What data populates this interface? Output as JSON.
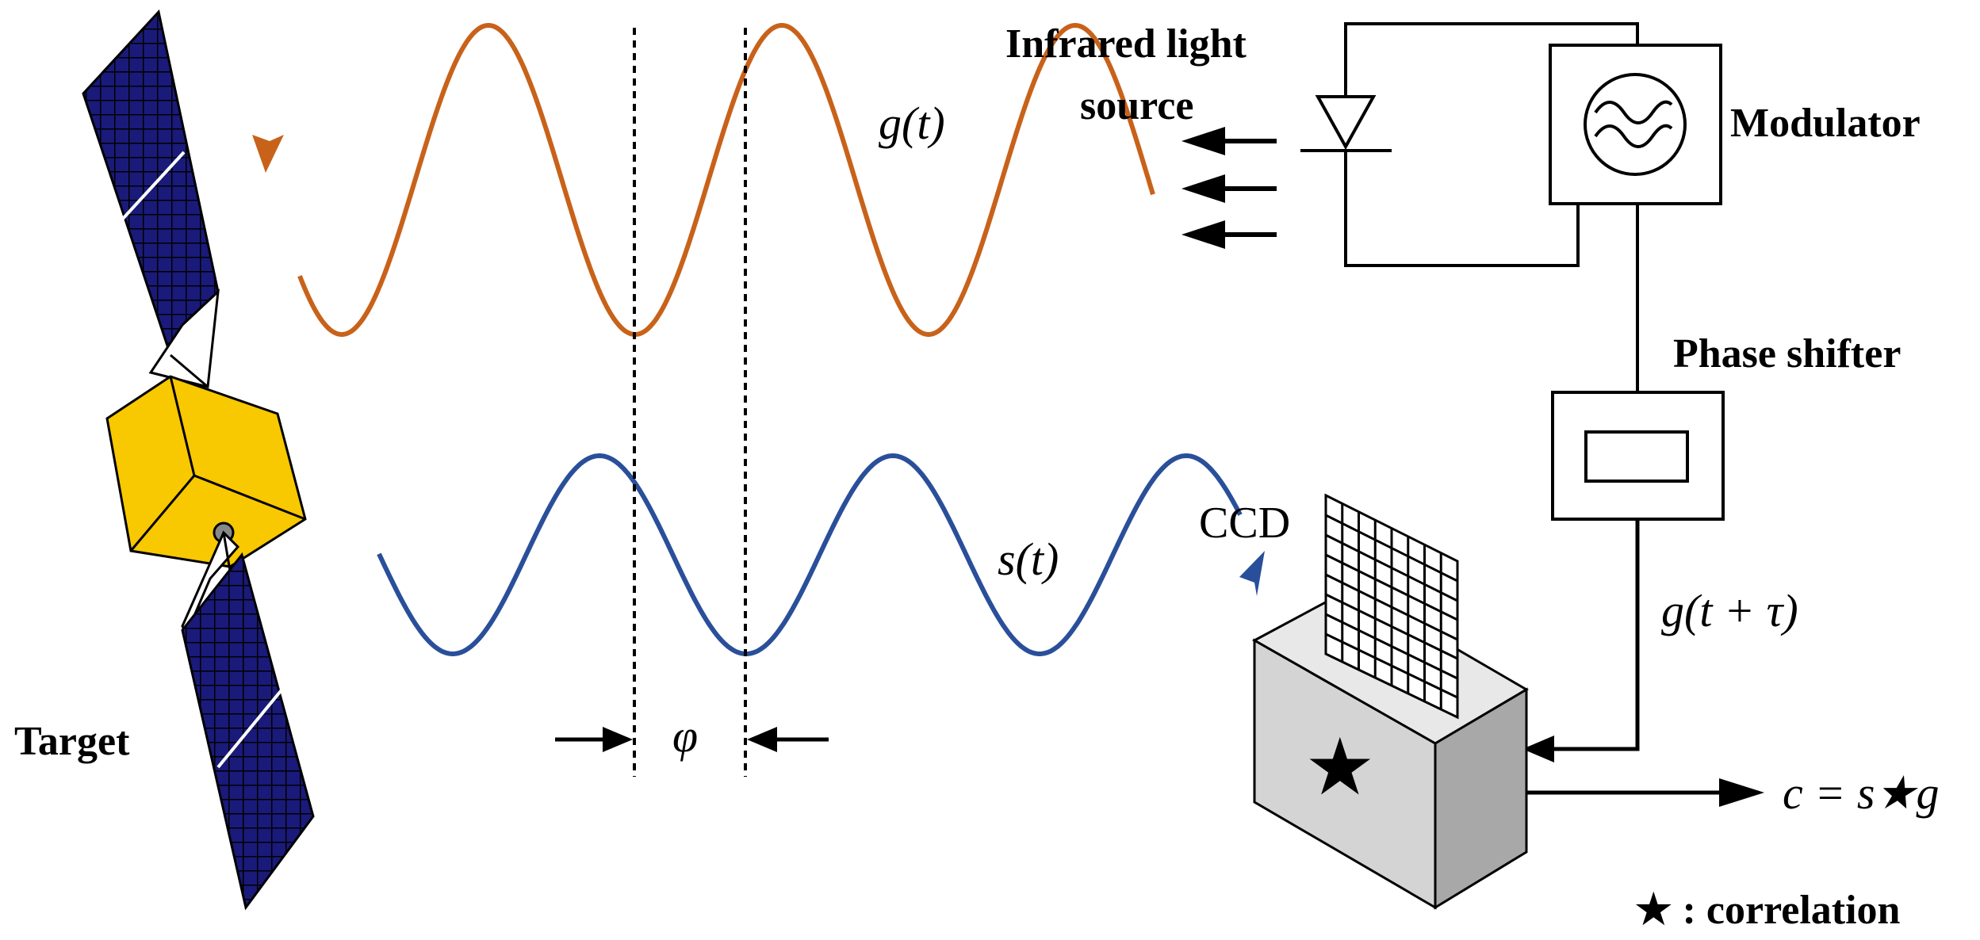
{
  "labels": {
    "infrared_line1": "Infrared light",
    "infrared_line2": "source",
    "modulator": "Modulator",
    "phase_shifter": "Phase shifter",
    "ccd": "CCD",
    "target": "Target",
    "g_t": "g(t)",
    "s_t": "s(t)",
    "g_t_tau": "g(t + τ)",
    "phi": "φ",
    "output": "c = s★g",
    "legend": "★ : correlation",
    "correlator_symbol": "★"
  },
  "colors": {
    "emitted_wave": "#c8621a",
    "received_wave": "#2a4f9a",
    "panel_blue": "#1a1a7a",
    "satellite_body": "#f8c800",
    "box_gray": "#d4d4d4"
  },
  "icons": {
    "modulator": "sine-wave-source-icon",
    "photodiode": "diode-icon",
    "correlator": "star-icon"
  }
}
